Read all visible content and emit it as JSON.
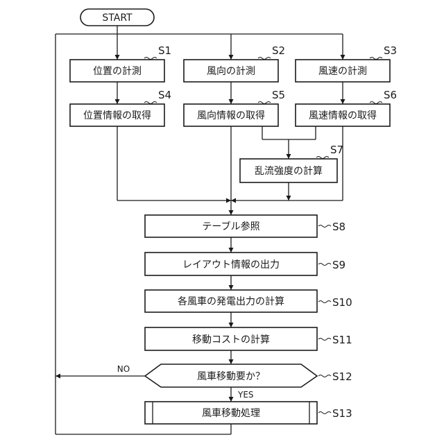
{
  "flowchart": {
    "start": "START",
    "nodes": {
      "s1": "位置の計測",
      "s2": "風向の計測",
      "s3": "風速の計測",
      "s4": "位置情報の取得",
      "s5": "風向情報の取得",
      "s6": "風速情報の取得",
      "s7": "乱流強度の計算",
      "s8": "テーブル参照",
      "s9": "レイアウト情報の出力",
      "s10": "各風車の発電出力の計算",
      "s11": "移動コストの計算",
      "s12": "風車移動要か？",
      "s13": "風車移動処理"
    },
    "step_labels": {
      "s1": "S1",
      "s2": "S2",
      "s3": "S3",
      "s4": "S4",
      "s5": "S5",
      "s6": "S6",
      "s7": "S7",
      "s8": "S8",
      "s9": "S9",
      "s10": "S10",
      "s11": "S11",
      "s12": "S12",
      "s13": "S13"
    },
    "branches": {
      "no": "NO",
      "yes": "YES"
    }
  }
}
